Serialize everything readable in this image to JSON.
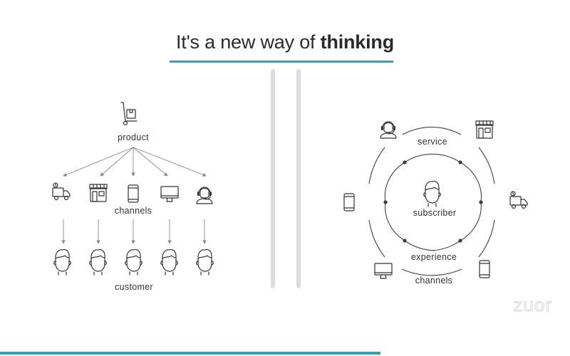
{
  "title": {
    "prefix": "It's a new way of ",
    "emphasis": "thinking"
  },
  "left_diagram": {
    "product_label": "product",
    "channels_label": "channels",
    "customer_label": "customer",
    "channel_icons": [
      "delivery-truck-icon",
      "storefront-icon",
      "smartphone-icon",
      "desktop-monitor-icon",
      "support-headset-icon"
    ],
    "customer_icon": "person-head-icon",
    "product_icon": "hand-truck-box-icon"
  },
  "right_diagram": {
    "service_label": "service",
    "subscriber_label": "subscriber",
    "experience_label": "experience",
    "channels_label": "channels",
    "outer_icons": [
      "support-headset-icon",
      "storefront-icon",
      "smartphone-icon",
      "delivery-truck-icon",
      "desktop-monitor-icon",
      "smartphone-icon"
    ]
  },
  "watermark": "zuor",
  "colors": {
    "accent": "#2fa3b0",
    "text": "#333333",
    "divider": "#dcdcdc"
  }
}
